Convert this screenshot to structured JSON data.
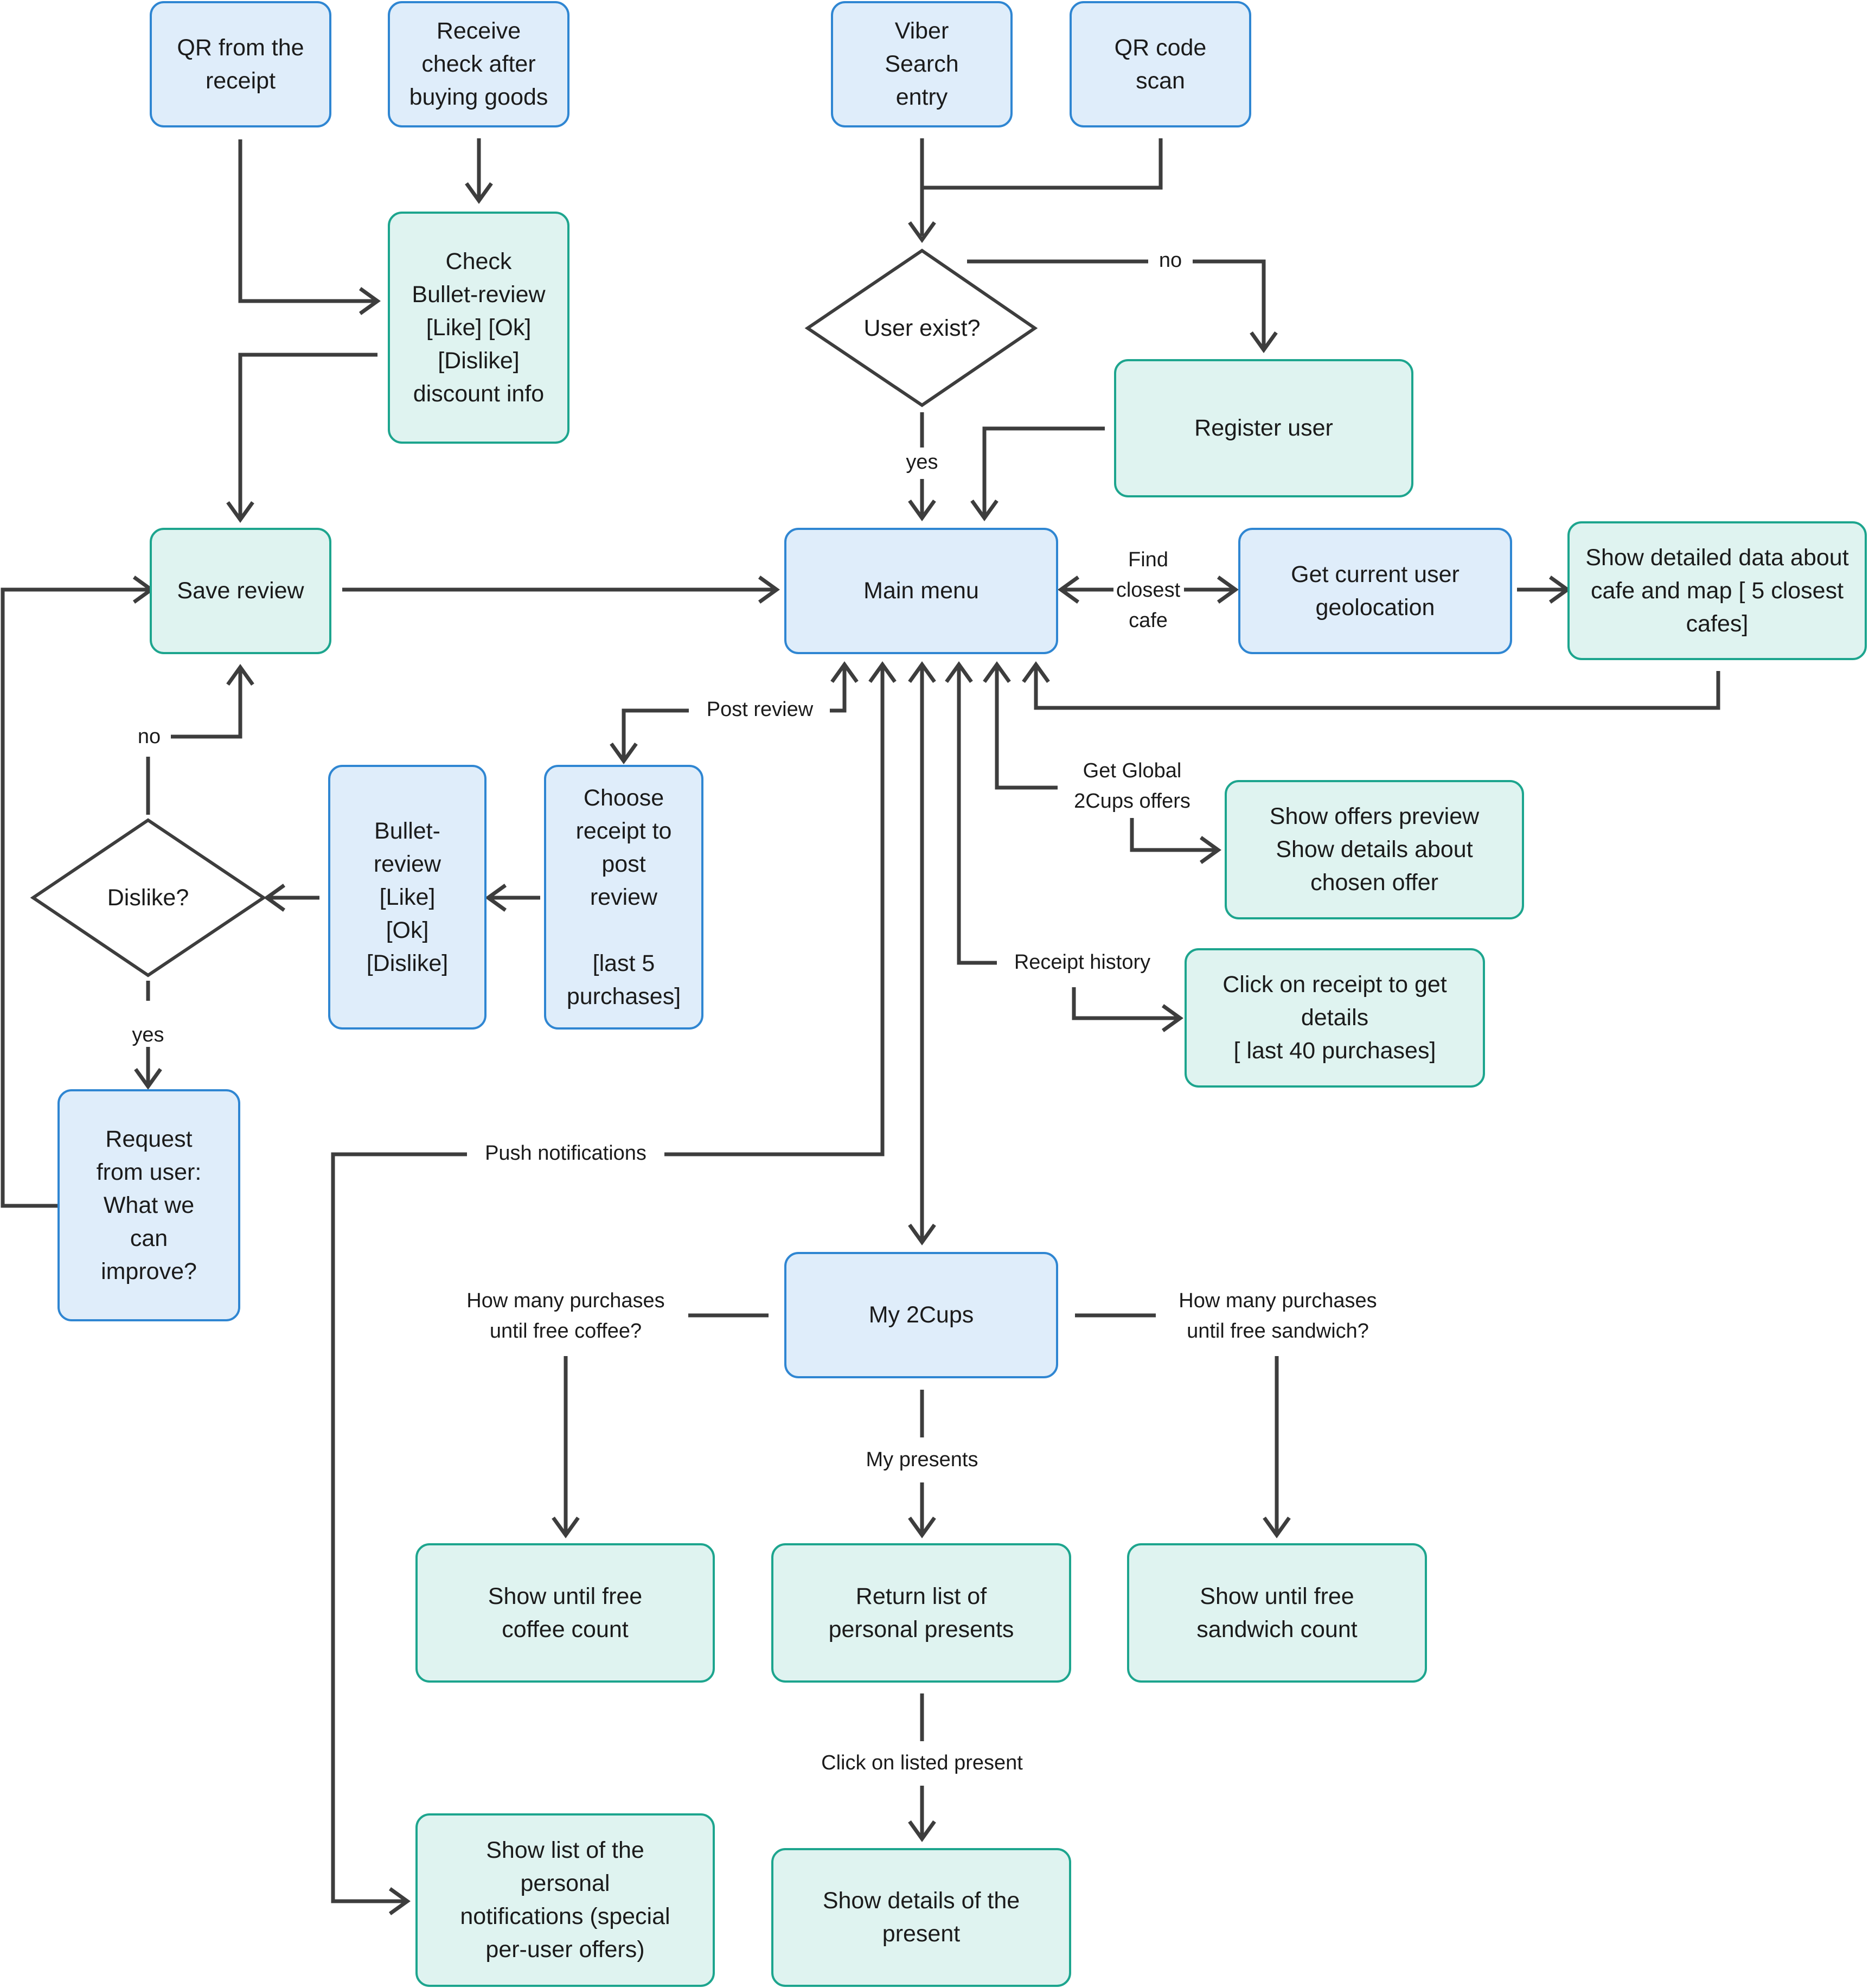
{
  "colors": {
    "blue_fill": "#dfedfa",
    "blue_border": "#2f86d2",
    "green_fill": "#dff3f0",
    "green_border": "#1da58e",
    "line": "#3d3d3d"
  },
  "nodes": {
    "qr_receipt": "QR from the\nreceipt",
    "receive_check": "Receive\ncheck after\nbuying goods",
    "viber_search": "Viber\nSearch\nentry",
    "qr_code_scan": "QR code\nscan",
    "check_bullet_review": "Check\nBullet-review\n[Like] [Ok]\n[Dislike]\ndiscount info",
    "user_exist": "User exist?",
    "register_user": "Register user",
    "save_review": "Save review",
    "main_menu": "Main menu",
    "get_geolocation": "Get current user\ngeolocation",
    "show_cafe_data": "Show detailed data about\ncafe and map [ 5 closest\ncafes]",
    "dislike_decision": "Dislike?",
    "bullet_review": "Bullet-\nreview\n[Like]\n[Ok]\n[Dislike]",
    "choose_receipt": "Choose\nreceipt to\npost\nreview\n\n[last 5\npurchases]",
    "show_offers": "Show offers preview\nShow details about\nchosen offer",
    "click_receipt": "Click on receipt to get\ndetails\n[ last 40 purchases]",
    "request_from_user": "Request\nfrom user:\nWhat we\ncan\nimprove?",
    "my_2cups": "My 2Cups",
    "show_coffee_count": "Show until free\ncoffee count",
    "return_presents": "Return list of\npersonal presents",
    "show_sandwich_count": "Show until free\nsandwich count",
    "show_notifications": "Show list of the\npersonal\nnotifications (special\nper-user offers)",
    "show_present_details": "Show details of the\npresent"
  },
  "edge_labels": {
    "no_register": "no",
    "yes_main": "yes",
    "find_closest_cafe": "Find\nclosest\ncafe",
    "post_review": "Post review",
    "no_dislike": "no",
    "yes_dislike": "yes",
    "get_global_offers": "Get Global\n2Cups offers",
    "receipt_history": "Receipt history",
    "push_notifications": "Push notifications",
    "coffee_question": "How many purchases\nuntil free coffee?",
    "sandwich_question": "How many purchases\nuntil free sandwich?",
    "my_presents": "My presents",
    "click_listed_present": "Click on listed present"
  }
}
